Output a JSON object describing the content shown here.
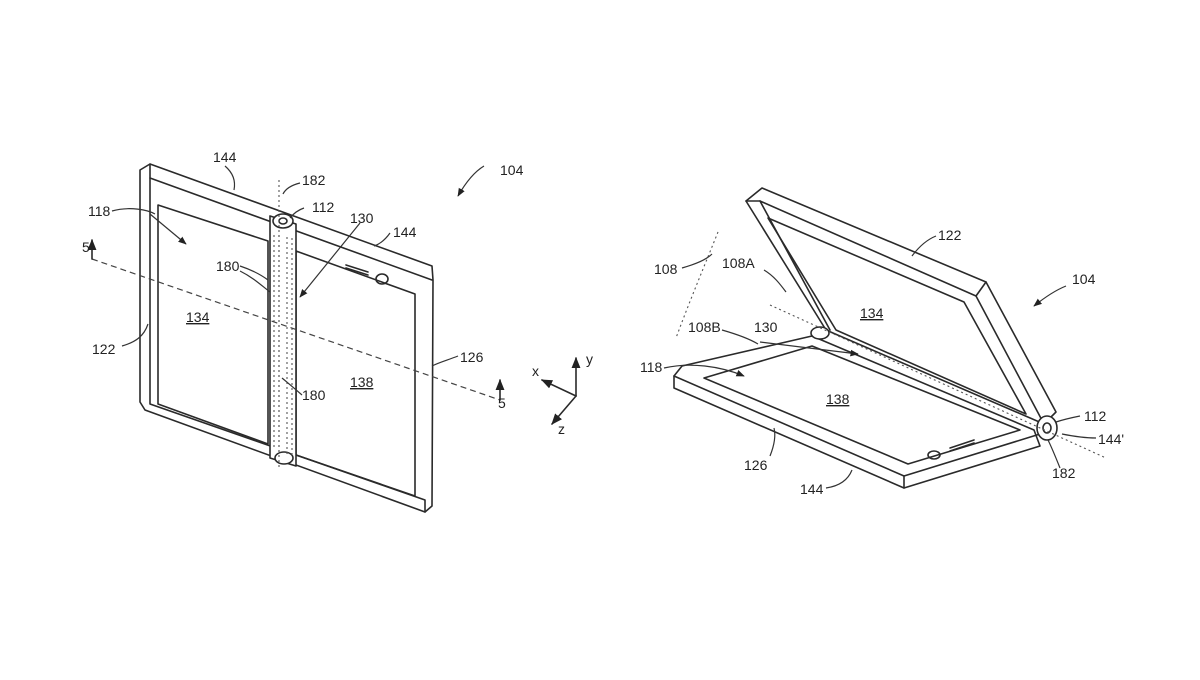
{
  "figure": {
    "left_device": {
      "labels": {
        "ref_104": "104",
        "ref_144_top": "144",
        "ref_182": "182",
        "ref_112": "112",
        "ref_130": "130",
        "ref_144_right": "144",
        "ref_118": "118",
        "ref_5_left": "5",
        "ref_180_upper": "180",
        "ref_134": "134",
        "ref_122": "122",
        "ref_126": "126",
        "ref_138": "138",
        "ref_180_lower": "180",
        "ref_5_right": "5"
      }
    },
    "axes": {
      "x": "x",
      "y": "y",
      "z": "z"
    },
    "right_device": {
      "labels": {
        "ref_122": "122",
        "ref_108": "108",
        "ref_108A": "108A",
        "ref_104": "104",
        "ref_134": "134",
        "ref_108B": "108B",
        "ref_130": "130",
        "ref_118": "118",
        "ref_138": "138",
        "ref_112": "112",
        "ref_144p": "144'",
        "ref_126": "126",
        "ref_182": "182",
        "ref_144": "144"
      }
    }
  }
}
